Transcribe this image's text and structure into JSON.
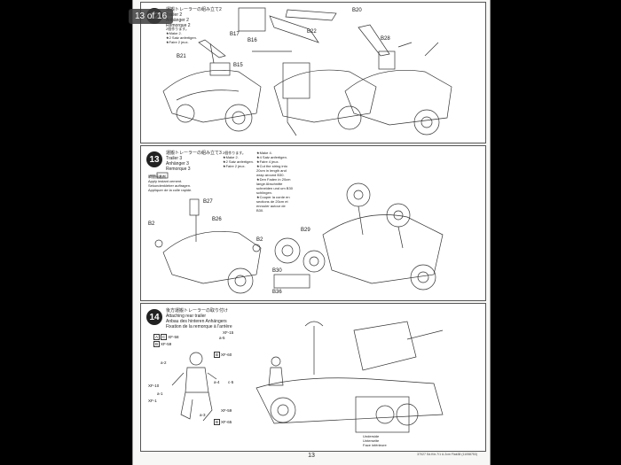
{
  "viewer": {
    "page_counter": "13 of 16"
  },
  "page": {
    "number": "13",
    "code": "37027  Sd.Kfz.7/1 & 2cm Flak38 (11058753)"
  },
  "step12": {
    "number": "12",
    "title_jp": "運搬トレーラーの組み立て2",
    "title_lines": [
      "Trailer 2",
      "Anhänger 2",
      "Remorque 2"
    ],
    "note": [
      "2個作ります。",
      "★Make 2.",
      "★2 Satz anfertigen.",
      "★Faire 2 jeux."
    ],
    "labels": [
      "B17",
      "B16",
      "B22",
      "B21",
      "B15",
      "B20",
      "B28"
    ]
  },
  "step13": {
    "number": "13",
    "title_jp": "運搬トレーラーの組み立て3",
    "title_lines": [
      "Trailer 3",
      "Anhänger 3",
      "Remorque 3"
    ],
    "make": [
      "2個作ります。",
      "★Make 2.",
      "★2 Satz anfertigen.",
      "★Faire 2 jeux."
    ],
    "glue": [
      "瞬間接着剤",
      "Apply instant cement.",
      "Sekundenkleber auftragen.",
      "Appliquer de la colle rapide."
    ],
    "string": [
      "★Make 4.",
      "★4 Satz anfertigen.",
      "★Faire 4 jeux.",
      "★Cut the string into",
      "20cm in length and",
      "wrap around B30.",
      "★Den Faden in 20cm",
      "lange Abschnitte",
      "schneiden und um B30",
      "schlingen.",
      "★Couper la corde en",
      "sections de 20cm et",
      "enrouler autour de",
      "B30."
    ],
    "labels": [
      "B27",
      "B26",
      "B2",
      "B2",
      "B29",
      "B30",
      "B36"
    ]
  },
  "step14": {
    "number": "14",
    "title_jp": "後方運搬トレーラーの取り付け",
    "title_lines": [
      "Attaching rear trailer",
      "Anbau des hinteren Anhängers",
      "Fixation de la remorque à l'arrière"
    ],
    "labels": [
      "a-5",
      "a-2",
      "a-1",
      "a-3",
      "a-4",
      "c-5",
      "XF-15",
      "XF-1",
      "XF-10",
      "XF-59"
    ],
    "paint": [
      "XF-58",
      "XF-59",
      "XF-60",
      "XF-65"
    ],
    "inset": [
      "Underside",
      "Unterseite",
      "Face inférieure"
    ]
  }
}
